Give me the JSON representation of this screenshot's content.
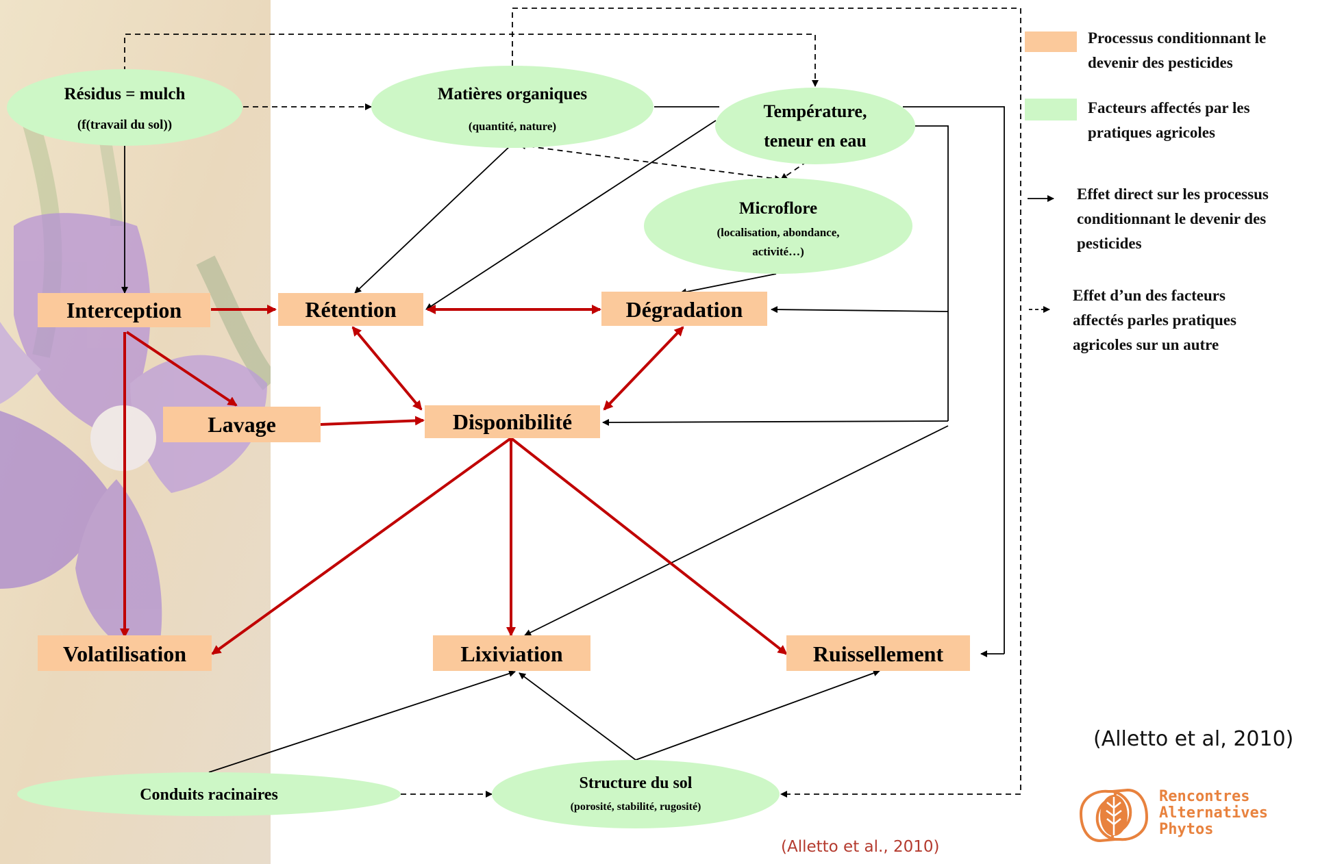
{
  "nodes": {
    "residus": {
      "title": "Résidus = mulch",
      "subtitle": "(f(travail du sol))"
    },
    "matieres": {
      "title": "Matières organiques",
      "subtitle": "(quantité, nature)"
    },
    "temperature": {
      "line1": "Température,",
      "line2": "teneur en eau"
    },
    "microflore": {
      "title": "Microflore",
      "line1": "(localisation, abondance,",
      "line2": "activité…)"
    },
    "interception": "Interception",
    "retention": "Rétention",
    "degradation": "Dégradation",
    "lavage": "Lavage",
    "disponibilite": "Disponibilité",
    "volatilisation": "Volatilisation",
    "lixiviation": "Lixiviation",
    "ruissellement": "Ruissellement",
    "conduits": "Conduits racinaires",
    "structure": {
      "title": "Structure du sol",
      "subtitle": "(porosité, stabilité, rugosité)"
    }
  },
  "legend": {
    "process": {
      "line1": "Processus conditionnant le",
      "line2": "devenir des pesticides"
    },
    "factors": {
      "line1": "Facteurs affectés par les",
      "line2": "pratiques agricoles"
    },
    "direct": {
      "line1": "Effet direct sur les processus",
      "line2": "conditionnant le devenir des",
      "line3": "pesticides"
    },
    "indirect": {
      "line1": "Effet d’un des facteurs",
      "line2": "affectés parles pratiques",
      "line3": "agricoles sur un autre"
    }
  },
  "citation_right": "(Alletto et al, 2010)",
  "citation_bottom": "(Alletto et al., 2010)",
  "logo": {
    "line1": "Rencontres",
    "line2": "Alternatives",
    "line3": "Phytos"
  },
  "colors": {
    "process_fill": "#fbc99b",
    "factor_fill": "#cdf7c6",
    "direct_arrow": "#000000",
    "process_arrow": "#c00000",
    "logo": "#e8823e",
    "citation_bottom": "#b43a2e"
  }
}
